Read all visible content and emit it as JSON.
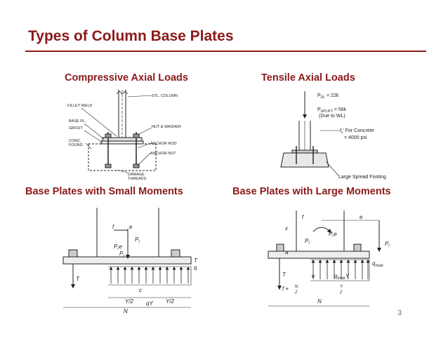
{
  "slide": {
    "title": "Types of Column Base Plates",
    "page_number": "3",
    "accent_color": "#8b1a1a"
  },
  "sections": {
    "compressive": "Compressive Axial Loads",
    "tensile": "Tensile Axial Loads",
    "small_moments": "Base Plates with Small Moments",
    "large_moments": "Base Plates with Large Moments"
  },
  "fig_compressive": {
    "stl_column": "STL. COLUMN",
    "fillet_weld": "FILLET WELD",
    "base_pl": "BASE PL.",
    "grout": "GROUT",
    "nut_washer": "NUT & WASHER",
    "conc_found_1": "CONC.",
    "conc_found_2": "FOUND.",
    "anchor_rod": "ANCHOR ROD",
    "anchor_nut": "ANCHOR NUT",
    "damage_threads_1": "DAMAGE",
    "damage_threads_2": "THREADS"
  },
  "fig_tensile": {
    "p_dl": "P",
    "p_dl_sub": "DL",
    "p_dl_val": " = 22k",
    "p_uplift": "P",
    "p_uplift_sub": "UPLIFT",
    "p_uplift_val": " = 56k",
    "due_to_wl": "(Due to WL)",
    "fc": "f",
    "fc_sub": "c",
    "fc_val": "' For Concrete",
    "fc_val2": "= 4000 psi",
    "footing": "Large Spread Footing"
  },
  "fig_small": {
    "f": "f",
    "e": "e",
    "pr": "P",
    "pr_sub": "r",
    "pre": "P",
    "pre_sub": "r",
    "pre_e": "e",
    "pr2": "P",
    "pr2_sub": "r",
    "t_right": "T",
    "q_right": "q",
    "t_left": "T",
    "c": "c",
    "y2_left": "Y/2",
    "y2_right": "Y/2",
    "qy": "qY",
    "n": "N"
  },
  "fig_large": {
    "f": "f",
    "e": "e",
    "x": "x",
    "pre": "P",
    "pre_sub": "r",
    "pre_e": "e",
    "pr_mid": "P",
    "pr_mid_sub": "r",
    "pr_right": "P",
    "pr_right_sub": "r",
    "a": "a",
    "qmax": "q",
    "qmax_sub": "max",
    "t": "T",
    "e2": "e",
    "qmaxy": "q",
    "qmaxy_sub": "max",
    "qmaxy_tail": "Y",
    "f_expr": "f +",
    "n_over_2": "N",
    "y_over_2_y": "Y",
    "two": "2",
    "n": "N"
  }
}
